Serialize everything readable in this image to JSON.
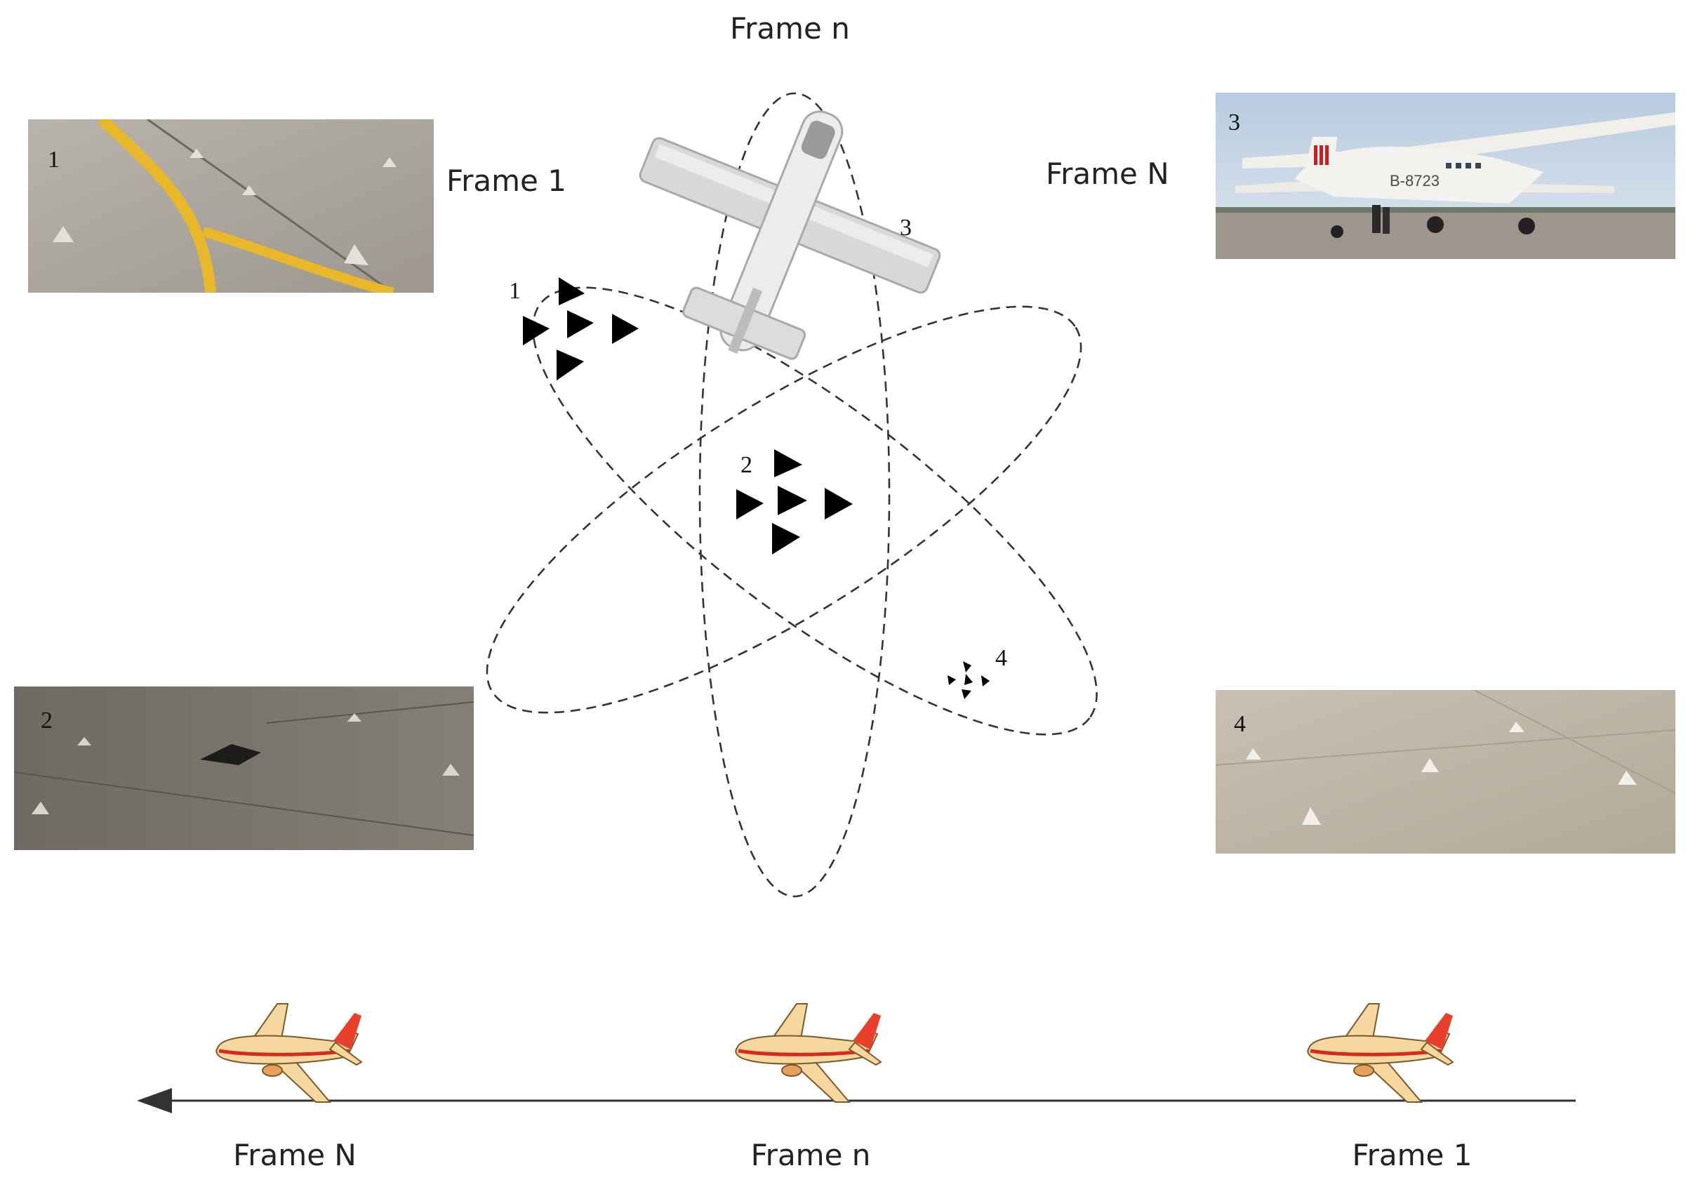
{
  "ellipse_labels": {
    "frame_top": "Frame n",
    "frame_left": "Frame 1",
    "frame_right": "Frame N"
  },
  "photos": [
    {
      "number": "1",
      "scene": "runway-with-yellow-lines-and-targets"
    },
    {
      "number": "2",
      "scene": "dark-runway-with-targets"
    },
    {
      "number": "3",
      "scene": "biplane-on-apron"
    },
    {
      "number": "4",
      "scene": "concrete-with-small-targets"
    }
  ],
  "photo3_registration": "B-8723",
  "clusters": [
    {
      "number": "1"
    },
    {
      "number": "2"
    },
    {
      "number": "3"
    },
    {
      "number": "4"
    }
  ],
  "timeline": {
    "labels": [
      "Frame N",
      "Frame n",
      "Frame 1"
    ]
  },
  "colors": {
    "runway_yellow": "#e8b82a",
    "plane_body": "#f7d7a0",
    "plane_tail": "#e8402a",
    "plane_stripe": "#d72a1e"
  }
}
